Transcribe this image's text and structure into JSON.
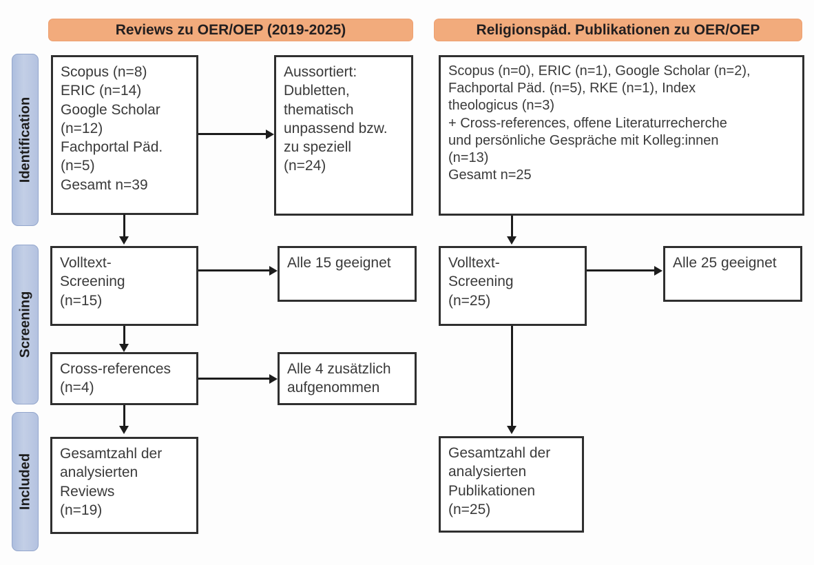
{
  "stages": [
    {
      "id": "identification",
      "label": "Identification"
    },
    {
      "id": "screening",
      "label": "Screening"
    },
    {
      "id": "included",
      "label": "Included"
    }
  ],
  "columns": {
    "left": {
      "header": "Reviews zu OER/OEP (2019-2025)",
      "nodes": {
        "sources": "Scopus (n=8)\nERIC (n=14)\nGoogle Scholar\n(n=12)\nFachportal Päd.\n(n=5)\nGesamt n=39",
        "excluded": "Aussortiert:\nDubletten,\nthematisch\nunpassend bzw.\nzu speziell\n(n=24)",
        "fulltext": "Volltext-\nScreening\n(n=15)",
        "fulltext_result": "Alle 15 geeignet",
        "crossrefs": "Cross-references\n(n=4)",
        "crossrefs_result": "Alle 4 zusätzlich\naufgenommen",
        "included": "Gesamtzahl der\nanalysierten\nReviews\n(n=19)"
      }
    },
    "right": {
      "header": "Religionspäd. Publikationen zu OER/OEP",
      "nodes": {
        "sources": "Scopus (n=0), ERIC (n=1), Google Scholar (n=2),\nFachportal Päd. (n=5), RKE (n=1), Index\ntheologicus (n=3)\n+ Cross-references, offene Literaturrecherche\nund persönliche Gespräche mit Kolleg:innen\n(n=13)\nGesamt n=25",
        "fulltext": "Volltext-\nScreening\n(n=25)",
        "fulltext_result": "Alle 25 geeignet",
        "included": "Gesamtzahl der\nanalysierten\nPublikationen\n(n=25)"
      }
    }
  },
  "colors": {
    "header_orange": "#f2ab7c",
    "stage_blue": "#b4c2e0",
    "box_border": "#2f2f2f",
    "text": "#3a3a3a"
  }
}
